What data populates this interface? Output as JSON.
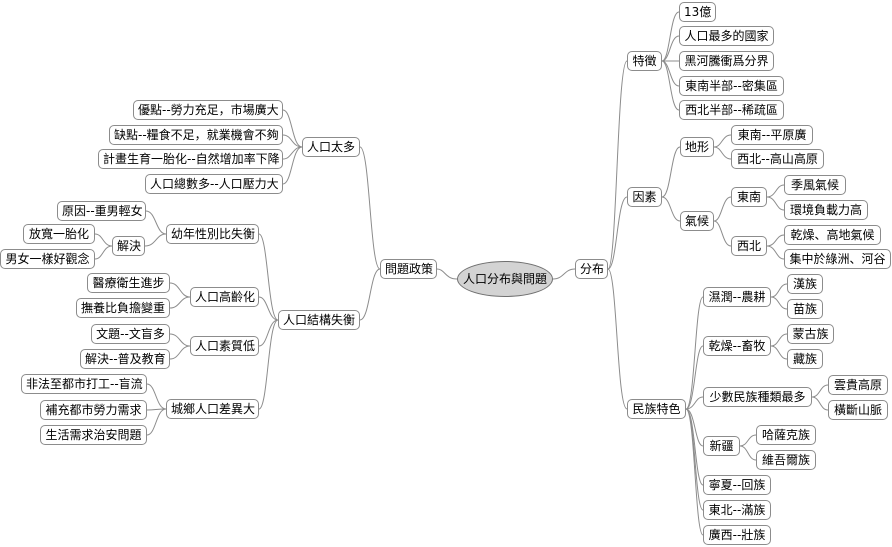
{
  "mindmap": {
    "root": "人口分布與問題",
    "left": {
      "branch": "問題政策",
      "groups": [
        {
          "label": "人口太多",
          "items": [
            "優點--勞力充足，市場廣大",
            "缺點--糧食不足，就業機會不夠",
            "計畫生育一胎化--自然增加率下降",
            "人口總數多--人口壓力大"
          ]
        },
        {
          "label": "人口結構失衡",
          "sub": [
            {
              "label": "幼年性別比失衡",
              "items": [
                "原因--重男輕女"
              ],
              "solve": {
                "label": "解決",
                "items": [
                  "放寬一胎化",
                  "男女一樣好觀念"
                ]
              }
            },
            {
              "label": "人口高齡化",
              "items": [
                "醫療衛生進步",
                "撫養比負擔變重"
              ]
            },
            {
              "label": "人口素質低",
              "items": [
                "文題--文盲多",
                "解決--普及教育"
              ]
            },
            {
              "label": "城鄉人口差異大",
              "items": [
                "非法至都市打工--盲流",
                "補充都市勞力需求",
                "生活需求治安問題"
              ]
            }
          ]
        }
      ]
    },
    "right": {
      "branch": "分布",
      "features": {
        "label": "特徵",
        "items": [
          "13億",
          "人口最多的國家",
          "黑河騰衝爲分界",
          "東南半部--密集區",
          "西北半部--稀疏區"
        ]
      },
      "factors": {
        "label": "因素",
        "terrain": {
          "label": "地形",
          "items": [
            "東南--平原廣",
            "西北--高山高原"
          ]
        },
        "climate": {
          "label": "氣候",
          "southeast": {
            "label": "東南",
            "items": [
              "季風氣候",
              "環境負載力高"
            ]
          },
          "northwest": {
            "label": "西北",
            "items": [
              "乾燥、高地氣候",
              "集中於綠洲、河谷"
            ]
          }
        }
      },
      "ethnic": {
        "label": "民族特色",
        "humid": {
          "label": "濕潤--農耕",
          "items": [
            "漢族",
            "苗族"
          ]
        },
        "dry": {
          "label": "乾燥--畜牧",
          "items": [
            "蒙古族",
            "藏族"
          ]
        },
        "minority": {
          "label": "少數民族種類最多",
          "items": [
            "雲貴高原",
            "橫斷山脈"
          ]
        },
        "xinjiang": {
          "label": "新疆",
          "items": [
            "哈薩克族",
            "維吾爾族"
          ]
        },
        "others": [
          "寧夏--回族",
          "東北--滿族",
          "廣西--壯族"
        ]
      }
    }
  }
}
